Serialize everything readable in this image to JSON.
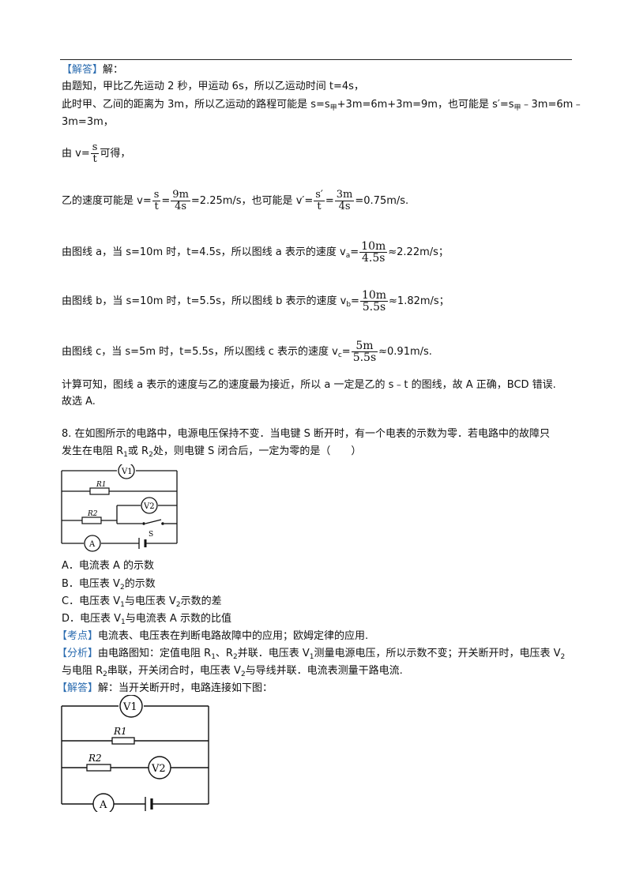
{
  "solution1": {
    "tag": "【解答】",
    "tag_tail": "解：",
    "l1": "由题知，甲比乙先运动 2 秒，甲运动 6s，所以乙运动时间 t=4s，",
    "l2": "此时甲、乙间的距离为 3m，所以乙运动的路程可能是 s=s",
    "l2_sub": "甲",
    "l2b": "+3m=6m+3m=9m，也可能是 s′=s",
    "l2b_sub": "甲",
    "l2c": "﹣3m=6m﹣",
    "l3": "3m=3m，",
    "l4_pre": "由 v=",
    "l4_num": "s",
    "l4_den": "t",
    "l4_post": "可得，",
    "l5_pre": "乙的速度可能是 v=",
    "l5_f1n": "s",
    "l5_f1d": "t",
    "l5_eq": "=",
    "l5_f2n": "9m",
    "l5_f2d": "4s",
    "l5_mid": "=2.25m/s，也可能是 v′=",
    "l5_f3n": "s′",
    "l5_f3d": "t",
    "l5_f4n": "3m",
    "l5_f4d": "4s",
    "l5_post": "=0.75m/s.",
    "l6_pre": "由图线 a，当 s=10m 时，t=4.5s，所以图线 a 表示的速度 v",
    "l6_sub": "a",
    "l6_n": "10m",
    "l6_d": "4.5s",
    "l6_post": "≈2.22m/s；",
    "l7_pre": "由图线 b，当 s=10m 时，t=5.5s，所以图线 b 表示的速度 v",
    "l7_sub": "b",
    "l7_n": "10m",
    "l7_d": "5.5s",
    "l7_post": "≈1.82m/s；",
    "l8_pre": "由图线 c，当 s=5m 时，t=5.5s，所以图线 c 表示的速度 v",
    "l8_sub": "c",
    "l8_n": "5m",
    "l8_d": "5.5s",
    "l8_post": "≈0.91m/s.",
    "l9": "计算可知，图线 a 表示的速度与乙的速度最为接近，所以 a 一定是乙的 s﹣t 的图线，故 A 正确，BCD 错误.",
    "l10": "故选 A."
  },
  "question8": {
    "l1": "8. 在如图所示的电路中，电源电压保持不变．当电键 S 断开时，有一个电表的示数为零．若电路中的故障只",
    "l2_a": "发生在电阻 R",
    "l2_s1": "1",
    "l2_b": "或 R",
    "l2_s2": "2",
    "l2_c": "处，则电键 S 闭合后，一定为零的是（　　）",
    "circuit": {
      "v1": "V1",
      "v2": "V2",
      "r1": "R1",
      "r2": "R2",
      "s": "S",
      "a": "A"
    },
    "options": [
      {
        "pre": "A．电流表 A 的示数",
        "sub": "",
        "post": "",
        "sub2": "",
        "post2": ""
      },
      {
        "pre": "B．电压表 V",
        "sub": "2",
        "post": "的示数",
        "sub2": "",
        "post2": ""
      },
      {
        "pre": "C．电压表 V",
        "sub": "1",
        "post": "与电压表 V",
        "sub2": "2",
        "post2": "示数的差"
      },
      {
        "pre": "D．电压表 V",
        "sub": "1",
        "post": "与电流表 A 示数的比值",
        "sub2": "",
        "post2": ""
      }
    ],
    "kaodian_tag": "【考点】",
    "kaodian": "电流表、电压表在判断电路故障中的应用；欧姆定律的应用.",
    "fenxi_tag": "【分析】",
    "fenxi_1a": "由电路图知：定值电阻 R",
    "fenxi_1s1": "1",
    "fenxi_1b": "、R",
    "fenxi_1s2": "2",
    "fenxi_1c": "并联．电压表 V",
    "fenxi_1s3": "1",
    "fenxi_1d": "测量电源电压，所以示数不变；开关断开时，电压表 V",
    "fenxi_1s4": "2",
    "fenxi_2a": "与电阻 R",
    "fenxi_2s1": "2",
    "fenxi_2b": "串联，开关闭合时，电压表 V",
    "fenxi_2s2": "2",
    "fenxi_2c": "与导线并联．电流表测量干路电流.",
    "jieda_tag": "【解答】",
    "jieda": "解：当开关断开时，电路连接如下图：",
    "circuit2": {
      "v1": "V1",
      "r1": "R1",
      "r2": "R2",
      "v2": "V2",
      "a": "A"
    }
  }
}
